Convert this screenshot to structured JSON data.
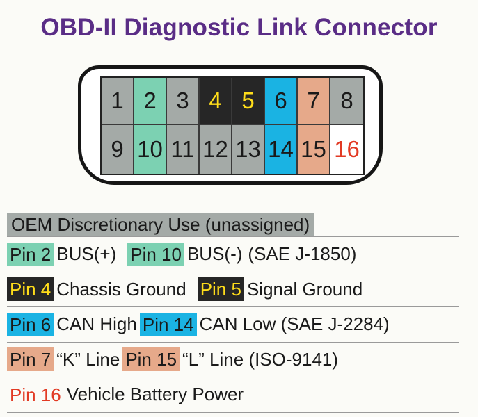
{
  "title": "OBD-II Diagnostic Link Connector",
  "colors": {
    "title": "#5a2d86",
    "oem_gray": "#a4aaa7",
    "bus_green": "#7cd1b2",
    "ground_black": "#262626",
    "ground_text_yellow": "#ffdd1a",
    "can_blue": "#1ab3e3",
    "iso_tan": "#e6a98a",
    "battery_red": "#e23a24"
  },
  "pins": [
    {
      "number": "1",
      "color": "gray"
    },
    {
      "number": "2",
      "color": "green"
    },
    {
      "number": "3",
      "color": "gray"
    },
    {
      "number": "4",
      "color": "black"
    },
    {
      "number": "5",
      "color": "black"
    },
    {
      "number": "6",
      "color": "blue"
    },
    {
      "number": "7",
      "color": "tan"
    },
    {
      "number": "8",
      "color": "gray"
    },
    {
      "number": "9",
      "color": "gray"
    },
    {
      "number": "10",
      "color": "green"
    },
    {
      "number": "11",
      "color": "gray"
    },
    {
      "number": "12",
      "color": "gray"
    },
    {
      "number": "13",
      "color": "gray"
    },
    {
      "number": "14",
      "color": "blue"
    },
    {
      "number": "15",
      "color": "tan"
    },
    {
      "number": "16",
      "color": "white"
    }
  ],
  "legend": {
    "oem": "OEM Discretionary Use (unassigned)",
    "bus": {
      "pin_a": "Pin 2",
      "label_a": "BUS(+)",
      "pin_b": "Pin 10",
      "label_b": "BUS(-)",
      "standard": "(SAE J-1850)"
    },
    "ground": {
      "pin_a": "Pin 4",
      "label_a": "Chassis Ground",
      "pin_b": "Pin 5",
      "label_b": "Signal Ground"
    },
    "can": {
      "pin_a": "Pin 6",
      "label_a": "CAN High",
      "pin_b": "Pin 14",
      "label_b": "CAN Low (SAE J-2284)"
    },
    "iso": {
      "pin_a": "Pin 7",
      "label_a": "“K” Line",
      "pin_b": "Pin 15",
      "label_b": "“L” Line (ISO-9141)"
    },
    "battery": {
      "pin": "Pin 16",
      "label": "Vehicle Battery Power"
    }
  }
}
